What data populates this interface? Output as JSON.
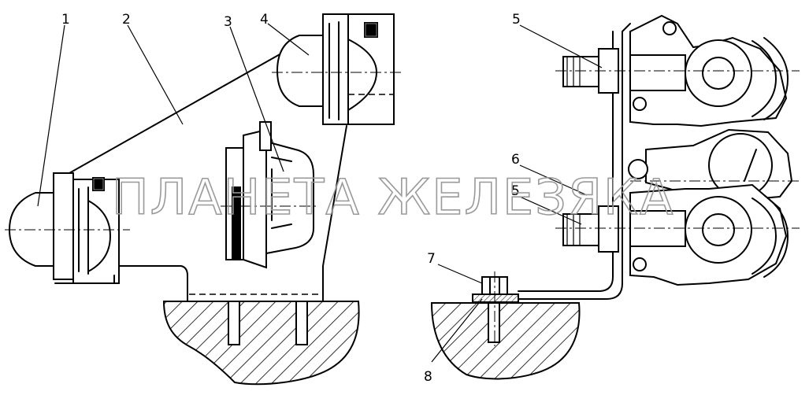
{
  "watermark": "ПЛАНЕТА ЖЕЛЕЗЯКА",
  "callouts": {
    "c1": "1",
    "c2": "2",
    "c3": "3",
    "c4": "4",
    "c5_top": "5",
    "c6": "6",
    "c5_bottom": "5",
    "c7": "7",
    "c8": "8"
  },
  "colors": {
    "line": "#000000",
    "background": "#ffffff",
    "watermark": "#9a9a9a"
  }
}
